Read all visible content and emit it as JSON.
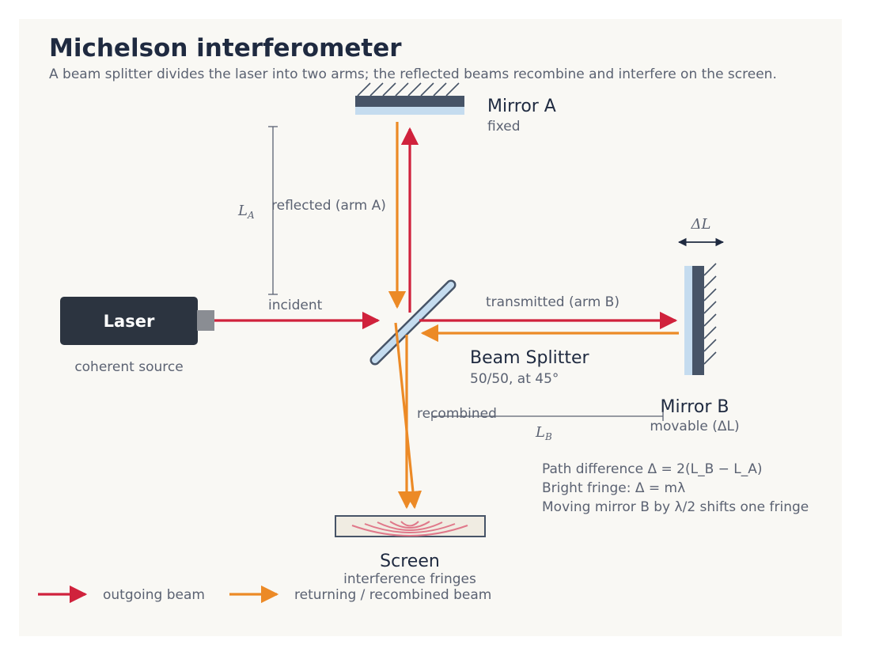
{
  "title": "Michelson interferometer",
  "subtitle": "A beam splitter divides the laser into two arms; the reflected beams recombine and interfere on the screen.",
  "laser": {
    "label": "Laser",
    "caption": "coherent source"
  },
  "mirror_a": {
    "label": "Mirror A",
    "caption": "fixed"
  },
  "mirror_b": {
    "label": "Mirror B",
    "caption": "movable (ΔL)"
  },
  "delta_l": "ΔL",
  "beam_splitter": {
    "label": "Beam Splitter",
    "caption": "50/50, at 45°"
  },
  "screen": {
    "label": "Screen",
    "caption": "interference fringes"
  },
  "beams": {
    "incident": "incident",
    "reflected": "reflected (arm A)",
    "transmitted": "transmitted (arm B)",
    "recombined": "recombined"
  },
  "lengths": {
    "la": "L_A",
    "lb": "L_B"
  },
  "notes": [
    "Path difference Δ = 2(L_B − L_A)",
    "Bright fringe: Δ = mλ",
    "Moving mirror B by λ/2 shifts one fringe"
  ],
  "legend": [
    {
      "label": "outgoing beam",
      "color": "#d0223c"
    },
    {
      "label": "returning / recombined beam",
      "color": "#ec8a26"
    }
  ],
  "colors": {
    "outgoing": "#d0223c",
    "returning": "#ec8a26",
    "mirror": "#475467",
    "glass": "#c5dcef",
    "laser_body": "#2c3440"
  }
}
